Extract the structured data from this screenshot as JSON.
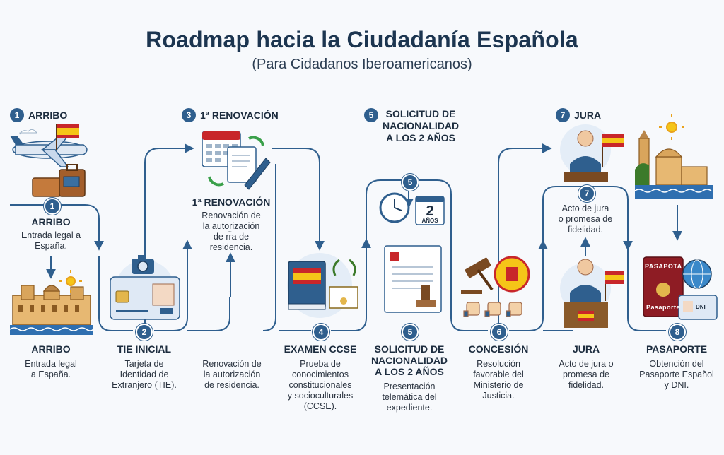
{
  "title": "Roadmap hacia la Ciudadanía Española",
  "subtitle": "(Para Cidadanos Iberoamericanos)",
  "top_headers": {
    "h1": {
      "num": "1",
      "label": "ARRIBO"
    },
    "h3": {
      "num": "3",
      "label": "1ª RENOVACIÓN"
    },
    "h5": {
      "num": "5",
      "label_lines": [
        "SOLICITUD DE",
        "NACIONALIDAD",
        "A LOS 2 AÑOS"
      ]
    },
    "h7": {
      "num": "7",
      "label": "JURA"
    }
  },
  "inline_steps": {
    "arribo": {
      "num": "1",
      "title": "ARRIBO",
      "desc_lines": [
        "Entrada legal a",
        "España."
      ]
    },
    "renov": {
      "num": "1ª",
      "title": "1ª RENOVACIÓN",
      "desc_lines": [
        "Renovación de",
        "la autorización",
        "de rr̃a de",
        "residencia."
      ]
    },
    "solicitud": {
      "num": "5"
    },
    "jura": {
      "num": "7",
      "desc_lines": [
        "Acto de  jura",
        "o promesa de",
        "fidelidad."
      ]
    }
  },
  "steps": [
    {
      "num": "",
      "title": "ARRIBO",
      "desc_lines": [
        "Entrada legal",
        "a España."
      ]
    },
    {
      "num": "2",
      "title": "TIE INICIAL",
      "desc_lines": [
        "Tarjeta de",
        "Identidad de",
        "Extranjero (TIE)."
      ]
    },
    {
      "num": "",
      "title": "",
      "desc_lines": [
        "Renovación de",
        "la autorización",
        "de residencia."
      ]
    },
    {
      "num": "4",
      "title": "EXAMEN CCSE",
      "desc_lines": [
        "Prueba de",
        "conocimientos",
        "constitucionales",
        "y socioculturales",
        "(CCSE)."
      ]
    },
    {
      "num": "5",
      "title_lines": [
        "SOLICITUD DE",
        "NACIONALIDAD",
        "A LOS 2 AÑOS"
      ],
      "desc_lines": [
        "Presentación",
        "telemática del",
        "expediente."
      ]
    },
    {
      "num": "6",
      "title": "CONCESIÓN",
      "desc_lines": [
        "Resolución",
        "favorable del",
        "Ministerio de",
        "Justicia."
      ]
    },
    {
      "num": "",
      "title": "JURA",
      "desc_lines": [
        "Acto de jura o",
        "promesa de",
        "fidelidad."
      ]
    },
    {
      "num": "8",
      "title": "PASAPORTE",
      "desc_lines": [
        "Obtención del",
        "Pasaporte Español",
        "y DNI."
      ]
    }
  ],
  "icon_text": {
    "calendar_number": "2",
    "calendar_word": "AÑOS",
    "passport_word_1": "PASAPOTA",
    "passport_word_2": "Pasaporte",
    "dni_word": "DNI"
  },
  "colors": {
    "line": "#2f5f8e",
    "badge": "#2f5f8e",
    "spain_red": "#c8262a",
    "spain_yellow": "#f5c518",
    "passport_red": "#8e1c24"
  },
  "icons": [
    "airplane-icon",
    "luggage-icon",
    "spain-flag-icon",
    "madrid-skyline-icon",
    "sun-icon",
    "id-card-icon",
    "camera-icon",
    "calendar-icon",
    "documents-icon",
    "pen-icon",
    "book-icon",
    "laurel-icon",
    "certificate-icon",
    "clock-icon",
    "calendar-2-years-icon",
    "application-document-icon",
    "stamp-icon",
    "gavel-icon",
    "coat-of-arms-seal-icon",
    "thumbs-up-icon",
    "person-podium-icon",
    "landmark-city-icon",
    "passport-icon",
    "globe-icon",
    "dni-card-icon"
  ]
}
